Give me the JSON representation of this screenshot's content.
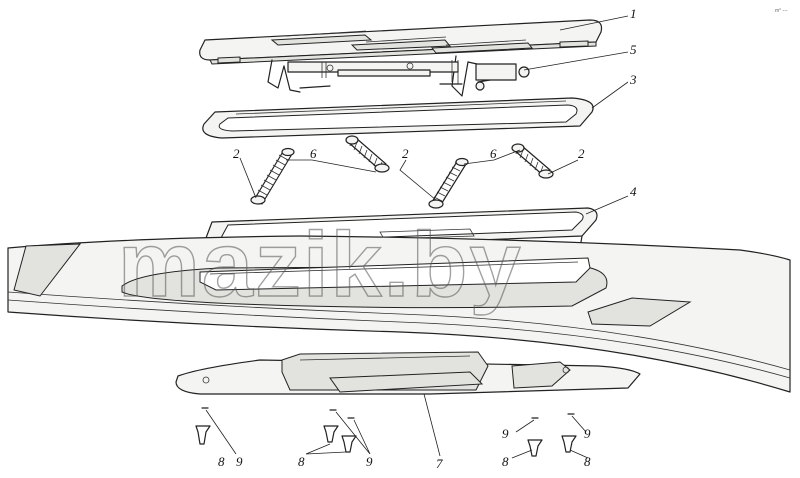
{
  "labels": {
    "callout_1": "1",
    "callout_5": "5",
    "callout_3": "3",
    "callout_2_left": "2",
    "callout_6_left": "6",
    "callout_2_mid": "2",
    "callout_6_right": "6",
    "callout_2_right": "2",
    "callout_4": "4",
    "callout_7": "7",
    "callout_8_a": "8",
    "callout_9_a": "9",
    "callout_8_b": "8",
    "callout_9_b": "9",
    "callout_9_c": "9",
    "callout_8_c": "8",
    "callout_9_d": "9",
    "callout_8_d": "8"
  },
  "watermark": "mazik.by",
  "corner_mark": "m° ---"
}
